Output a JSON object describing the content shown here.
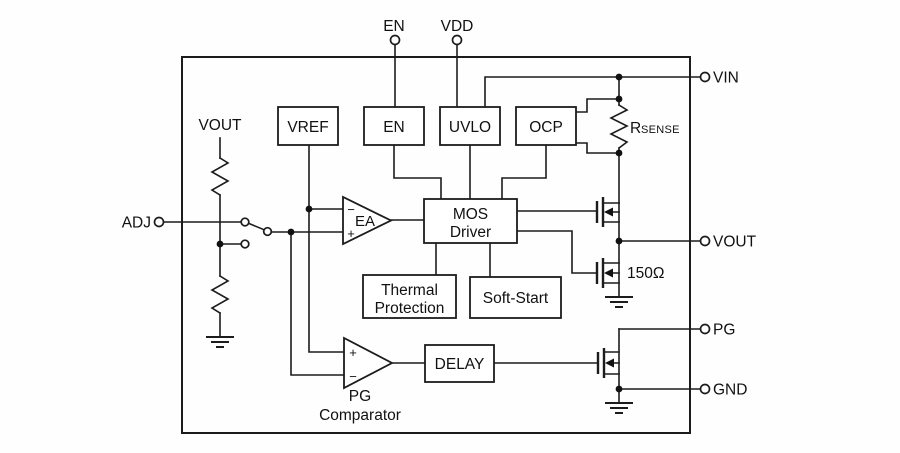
{
  "pins": {
    "en": "EN",
    "vdd": "VDD",
    "vin": "VIN",
    "vout": "VOUT",
    "pg": "PG",
    "gnd": "GND",
    "adj": "ADJ"
  },
  "labels": {
    "vout_divider": "VOUT",
    "rsense_prefix": "R",
    "rsense_sub": "SENSE",
    "discharge_res": "150Ω",
    "pg_comp_1": "PG",
    "pg_comp_2": "Comparator"
  },
  "blocks": {
    "vref": "VREF",
    "en": "EN",
    "uvlo": "UVLO",
    "ocp": "OCP",
    "mos_driver_1": "MOS",
    "mos_driver_2": "Driver",
    "thermal_1": "Thermal",
    "thermal_2": "Protection",
    "soft_start": "Soft-Start",
    "delay": "DELAY"
  },
  "amps": {
    "ea": "EA",
    "ea_minus": "−",
    "ea_plus": "+",
    "pg_plus": "+",
    "pg_minus": "−"
  }
}
